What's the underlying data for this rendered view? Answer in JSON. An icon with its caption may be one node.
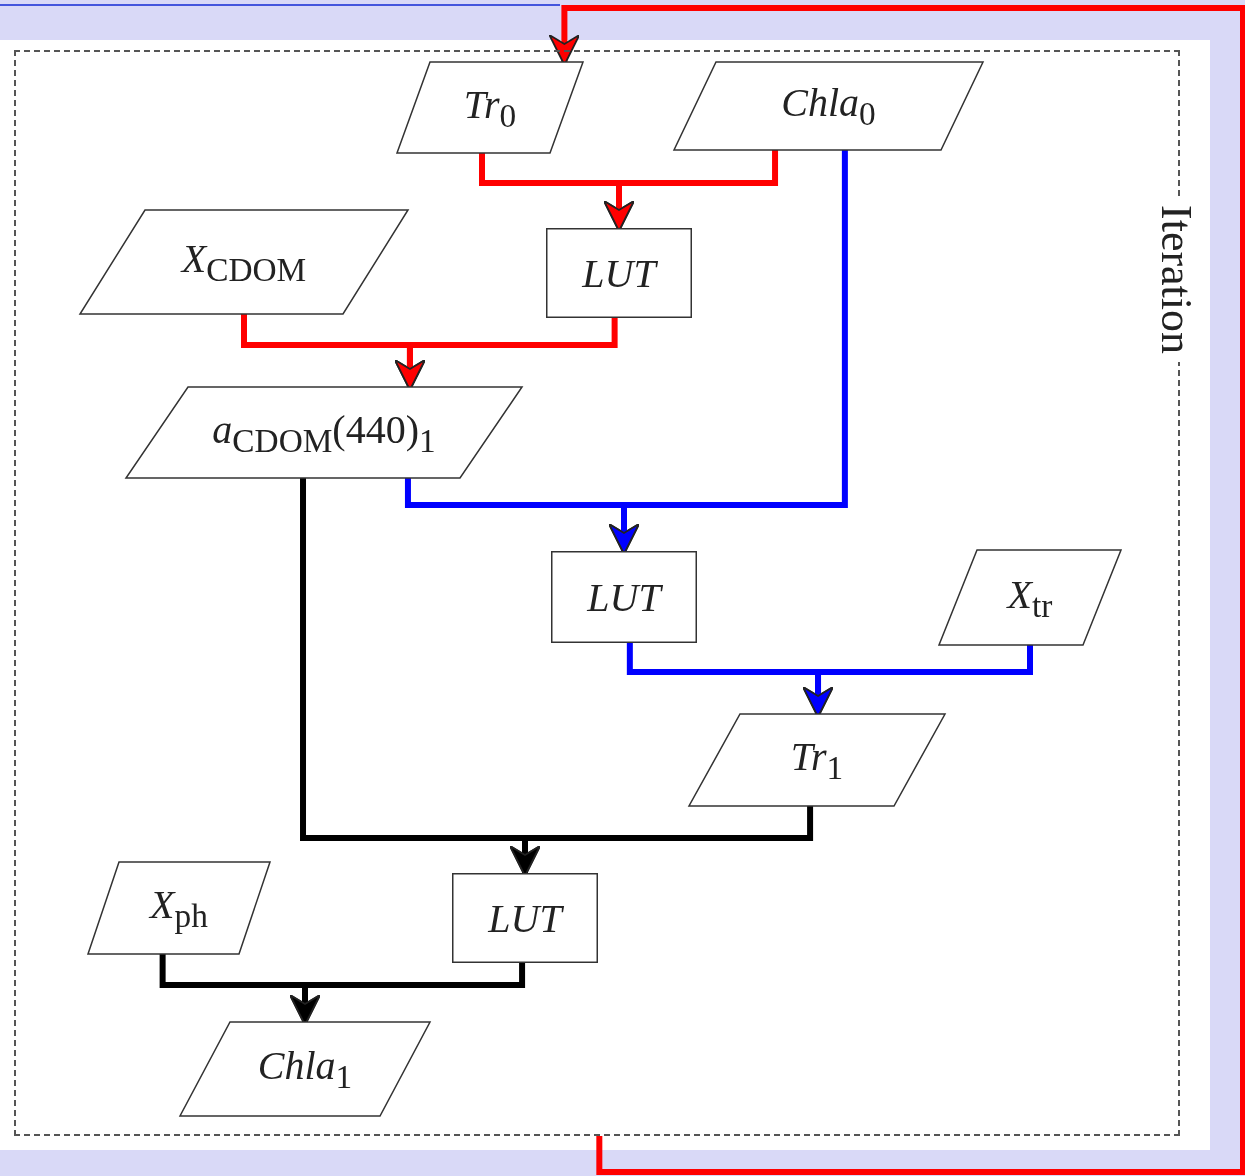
{
  "diagram": {
    "nodes": [
      {
        "text": [
          "Iteration"
        ]
      },
      {
        "text": [
          "*Tr*$_{0}$"
        ],
        "in": 0
      },
      {
        "text": [
          "*Chla*$_{0}$"
        ],
        "in": 0
      },
      {
        "text": [
          "*X*$_{CDOM}$"
        ],
        "in": 0
      },
      {
        "text": [
          "LUT"
        ],
        "in": 0
      },
      {
        "text": [
          "*a*$_{CDOM}$(440)$_{1}$"
        ],
        "in": 0
      },
      {
        "text": [
          "LUT"
        ],
        "in": 0
      },
      {
        "text": [
          "*X*$_{tr}$"
        ],
        "in": 0
      },
      {
        "text": [
          "*Tr*$_{1}$"
        ],
        "in": 0
      },
      {
        "text": [
          "*X*$_{ph}$"
        ],
        "in": 0
      },
      {
        "text": [
          "LUT"
        ],
        "in": 0
      },
      {
        "text": [
          "*Chla*$_{1}$"
        ],
        "in": 0
      }
    ],
    "edges": [
      {
        "from": 1,
        "to": 4,
        "arrow": "to",
        "color": "#ff0000"
      },
      {
        "from": 2,
        "to": 4,
        "arrow": "to",
        "color": "#ff0000"
      },
      {
        "from": 3,
        "to": 5,
        "arrow": "to",
        "color": "#ff0000"
      },
      {
        "from": 4,
        "to": 5,
        "arrow": "to",
        "color": "#ff0000"
      },
      {
        "from": 5,
        "to": 6,
        "arrow": "to",
        "color": "#0000ff"
      },
      {
        "from": 2,
        "to": 6,
        "arrow": "to",
        "color": "#0000ff"
      },
      {
        "from": 6,
        "to": 8,
        "arrow": "to",
        "color": "#0000ff"
      },
      {
        "from": 7,
        "to": 8,
        "arrow": "to",
        "color": "#0000ff"
      },
      {
        "from": 5,
        "to": 10,
        "arrow": "to",
        "color": "#000000"
      },
      {
        "from": 8,
        "to": 10,
        "arrow": "to",
        "color": "#000000"
      },
      {
        "from": 9,
        "to": 11,
        "arrow": "to",
        "color": "#000000"
      },
      {
        "from": 10,
        "to": 11,
        "arrow": "to",
        "color": "#000000"
      },
      {
        "from": 0,
        "to": 1,
        "arrow": "to",
        "color": "#ff0000"
      }
    ]
  }
}
